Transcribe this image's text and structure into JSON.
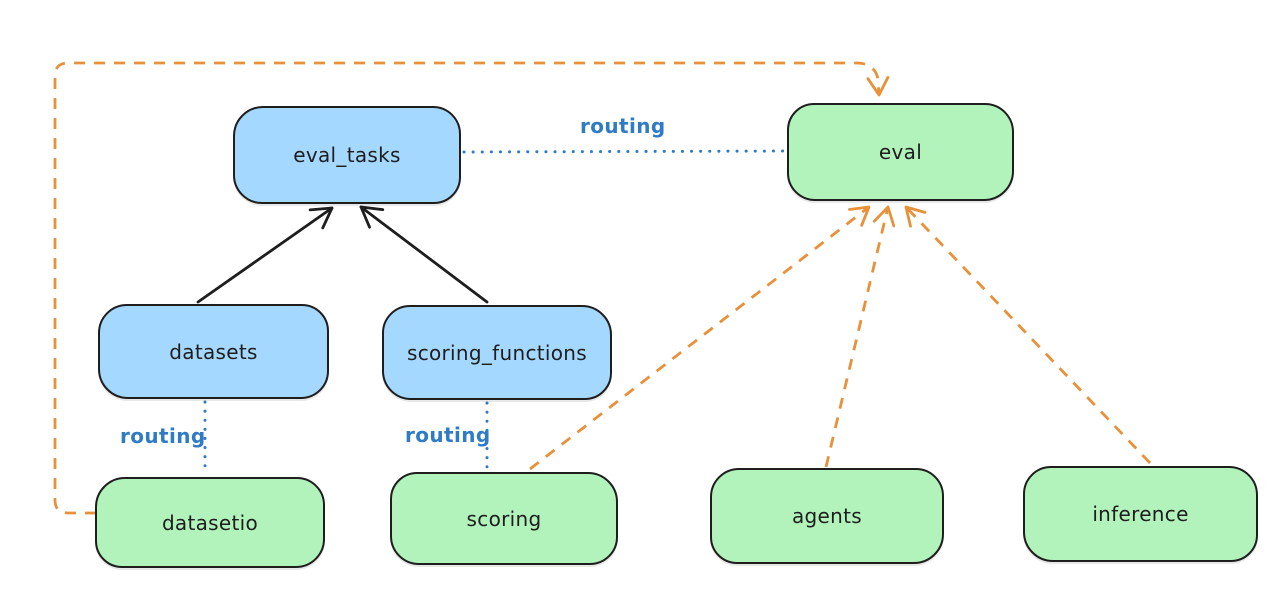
{
  "diagram": {
    "background": "#ffffff",
    "colors": {
      "node_stroke": "#1e1e1e",
      "blue_fill": "#a5d8ff",
      "green_fill": "#b2f2bb",
      "arrow_black": "#1e1e1e",
      "arrow_orange": "#e8913a",
      "routing_blue": "#2f7bc6",
      "label_text": "#1e1e1e"
    },
    "nodes": [
      {
        "id": "eval_tasks",
        "label": "eval_tasks",
        "color": "blue"
      },
      {
        "id": "eval",
        "label": "eval",
        "color": "green"
      },
      {
        "id": "datasets",
        "label": "datasets",
        "color": "blue"
      },
      {
        "id": "scoring_functions",
        "label": "scoring_functions",
        "color": "blue"
      },
      {
        "id": "datasetio",
        "label": "datasetio",
        "color": "green"
      },
      {
        "id": "scoring",
        "label": "scoring",
        "color": "green"
      },
      {
        "id": "agents",
        "label": "agents",
        "color": "green"
      },
      {
        "id": "inference",
        "label": "inference",
        "color": "green"
      }
    ],
    "edges": [
      {
        "from": "datasets",
        "to": "eval_tasks",
        "style": "solid",
        "color": "black",
        "arrow": true
      },
      {
        "from": "scoring_functions",
        "to": "eval_tasks",
        "style": "solid",
        "color": "black",
        "arrow": true
      },
      {
        "from": "eval_tasks",
        "to": "eval",
        "style": "dotted",
        "color": "blue",
        "arrow": false,
        "label": "routing"
      },
      {
        "from": "datasets",
        "to": "datasetio",
        "style": "dotted",
        "color": "blue",
        "arrow": false,
        "label": "routing"
      },
      {
        "from": "scoring_functions",
        "to": "scoring",
        "style": "dotted",
        "color": "blue",
        "arrow": false,
        "label": "routing"
      },
      {
        "from": "datasetio",
        "to": "eval",
        "style": "dashed",
        "color": "orange",
        "arrow": true
      },
      {
        "from": "scoring",
        "to": "eval",
        "style": "dashed",
        "color": "orange",
        "arrow": true
      },
      {
        "from": "agents",
        "to": "eval",
        "style": "dashed",
        "color": "orange",
        "arrow": true
      },
      {
        "from": "inference",
        "to": "eval",
        "style": "dashed",
        "color": "orange",
        "arrow": true
      }
    ],
    "edge_labels": [
      {
        "id": "routing-eval_tasks-eval",
        "text": "routing"
      },
      {
        "id": "routing-datasets-datasetio",
        "text": "routing"
      },
      {
        "id": "routing-scoring_functions-scoring",
        "text": "routing"
      }
    ]
  }
}
